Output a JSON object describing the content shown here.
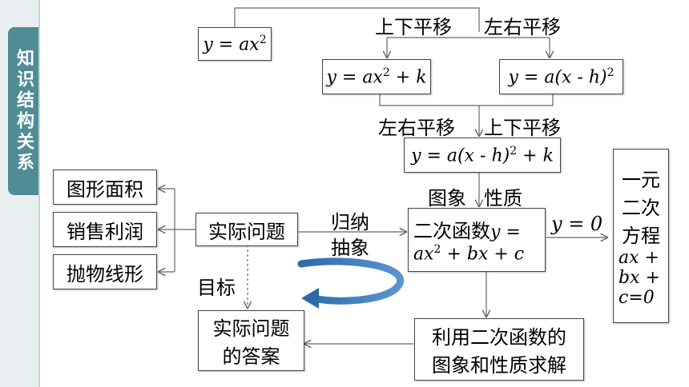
{
  "sidebar": {
    "title": "知识结构关系"
  },
  "forms": {
    "basic": "y = ax",
    "vertical": "y = ax",
    "horizontal": "y = a(x - h)",
    "vertex": "y = a(x - h)",
    "plus_k": "+ k",
    "exp2": "2"
  },
  "labels": {
    "shift_ud_top": "上下平移",
    "shift_lr_top": "左右平移",
    "shift_lr_mid": "左右平移",
    "shift_ud_mid": "上下平移",
    "graph": "图象",
    "property": "性质",
    "induce": "归纳",
    "abstract": "抽象",
    "goal": "目标",
    "y_zero": "y = 0"
  },
  "nodes": {
    "area": "图形面积",
    "profit": "销售利润",
    "parabola": "抛物线形",
    "practical": "实际问题",
    "quad_func_cn": "二次函数",
    "quad_func_y": "y =",
    "quad_func_expr": "ax",
    "quad_func_tail": "+ bx + c",
    "answer_line1": "实际问题",
    "answer_line2": "的答案",
    "solve_line1": "利用二次函数的",
    "solve_line2": "图象和性质求解",
    "eq_line1": "一元",
    "eq_line2": "二次",
    "eq_line3": "方程",
    "eq_ax": "ax +",
    "eq_bx": "bx +",
    "eq_c": "c=0"
  }
}
